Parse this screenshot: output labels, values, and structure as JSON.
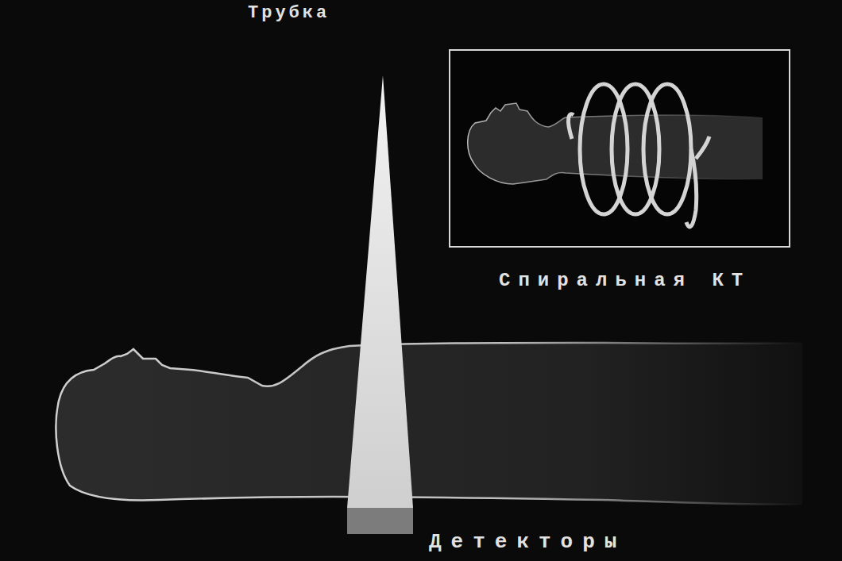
{
  "diagram": {
    "labels": [
      "Трубка",
      "Спиральная КТ",
      "Детекторы"
    ]
  }
}
